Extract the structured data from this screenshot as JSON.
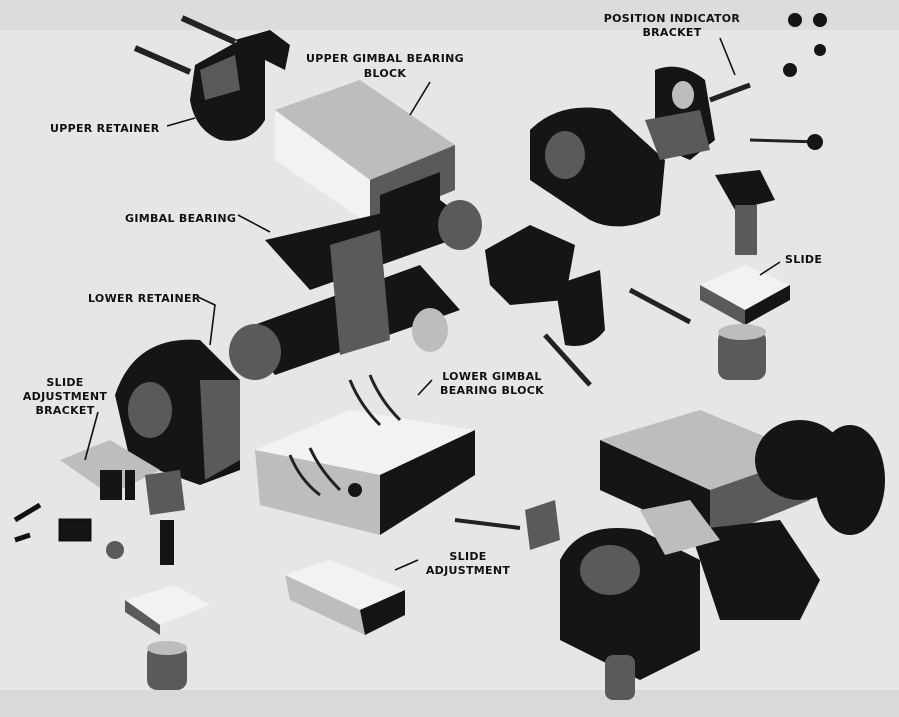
{
  "labels": {
    "position_indicator_bracket": [
      "POSITION INDICATOR",
      "BRACKET"
    ],
    "upper_gimbal_bearing_block": [
      "UPPER GIMBAL BEARING",
      "BLOCK"
    ],
    "upper_retainer": "UPPER RETAINER",
    "gimbal_bearing": "GIMBAL BEARING",
    "slide": "SLIDE",
    "lower_retainer": "LOWER RETAINER",
    "slide_adjustment_bracket": [
      "SLIDE",
      "ADJUSTMENT",
      "BRACKET"
    ],
    "lower_gimbal_bearing_block": [
      "LOWER GIMBAL",
      "BEARING BLOCK"
    ],
    "slide_adjustment": [
      "SLIDE",
      "ADJUSTMENT"
    ]
  }
}
